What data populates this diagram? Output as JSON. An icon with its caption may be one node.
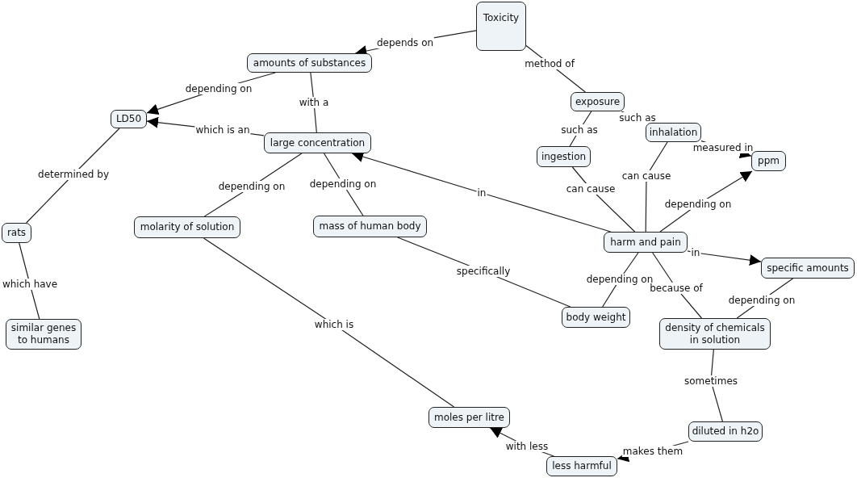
{
  "diagram": {
    "nodes": [
      {
        "text": [
          "Toxicity"
        ]
      },
      {
        "text": [
          "amounts of substances"
        ]
      },
      {
        "text": [
          "LD50"
        ]
      },
      {
        "text": [
          "large concentration"
        ]
      },
      {
        "text": [
          "exposure"
        ]
      },
      {
        "text": [
          "ingestion"
        ]
      },
      {
        "text": [
          "inhalation"
        ]
      },
      {
        "text": [
          "ppm"
        ]
      },
      {
        "text": [
          "rats"
        ]
      },
      {
        "text": [
          "molarity of solution"
        ]
      },
      {
        "text": [
          "mass of human body"
        ]
      },
      {
        "text": [
          "harm and pain"
        ]
      },
      {
        "text": [
          "specific amounts"
        ]
      },
      {
        "text": [
          "similar genes to humans"
        ]
      },
      {
        "text": [
          "body weight"
        ]
      },
      {
        "text": [
          "density of chemicals in solution"
        ]
      },
      {
        "text": [
          "moles per litre"
        ]
      },
      {
        "text": [
          "diluted in h2o"
        ]
      },
      {
        "text": [
          "less harmful"
        ]
      }
    ],
    "edges": [
      {
        "from": 0,
        "to": 1,
        "arrow": "to",
        "label": "depends on"
      },
      {
        "from": 1,
        "to": 2,
        "arrow": "to",
        "label": "depending on"
      },
      {
        "from": 3,
        "to": 2,
        "arrow": "to",
        "label": "which is an"
      },
      {
        "from": 1,
        "to": 3,
        "arrow": "none",
        "label": "with a"
      },
      {
        "from": 2,
        "to": 8,
        "arrow": "none",
        "label": "determined by"
      },
      {
        "from": 8,
        "to": 13,
        "arrow": "none",
        "label": "which have"
      },
      {
        "from": 3,
        "to": 9,
        "arrow": "none",
        "label": "depending on"
      },
      {
        "from": 3,
        "to": 10,
        "arrow": "none",
        "label": "depending on"
      },
      {
        "from": 0,
        "to": 4,
        "arrow": "none",
        "label": "method of"
      },
      {
        "from": 4,
        "to": 5,
        "arrow": "none",
        "label": "such as"
      },
      {
        "from": 4,
        "to": 6,
        "arrow": "none",
        "label": "such as"
      },
      {
        "from": 6,
        "to": 7,
        "arrow": "to",
        "label": "measured in"
      },
      {
        "from": 5,
        "to": 11,
        "arrow": "none",
        "label": "can cause"
      },
      {
        "from": 6,
        "to": 11,
        "arrow": "none",
        "label": "can cause"
      },
      {
        "from": 11,
        "to": 7,
        "arrow": "to",
        "label": "depending on"
      },
      {
        "from": 11,
        "to": 3,
        "arrow": "to",
        "label": "in"
      },
      {
        "from": 11,
        "to": 12,
        "arrow": "to",
        "label": "in"
      },
      {
        "from": 11,
        "to": 14,
        "arrow": "none",
        "label": "depending on"
      },
      {
        "from": 11,
        "to": 15,
        "arrow": "none",
        "label": "because of"
      },
      {
        "from": 12,
        "to": 15,
        "arrow": "none",
        "label": "depending on"
      },
      {
        "from": 10,
        "to": 14,
        "arrow": "none",
        "label": "specifically"
      },
      {
        "from": 9,
        "to": 16,
        "arrow": "none",
        "label": "which is"
      },
      {
        "from": 15,
        "to": 17,
        "arrow": "none",
        "label": "sometimes"
      },
      {
        "from": 17,
        "to": 18,
        "arrow": "to",
        "label": "makes them"
      },
      {
        "from": 18,
        "to": 16,
        "arrow": "to",
        "label": "with less"
      }
    ]
  }
}
